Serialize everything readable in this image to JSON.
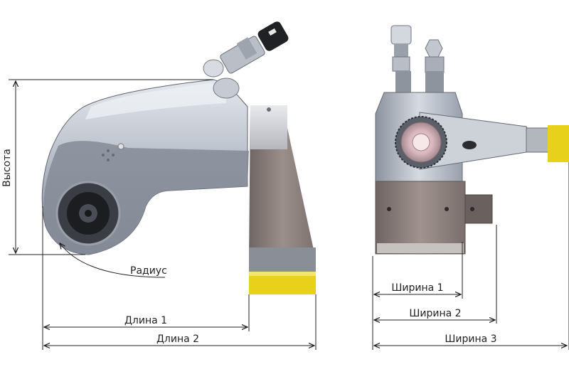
{
  "labels": {
    "height": "Высота",
    "radius": "Радиус",
    "length1": "Длина 1",
    "length2": "Длина 2",
    "width1": "Ширина 1",
    "width2": "Ширина 2",
    "width3": "Ширина 3"
  },
  "colors": {
    "body_metal": "#b9bfc9",
    "arm_metal": "#8a7d7a",
    "reaction_pad": "#e8d11a",
    "dimension_line": "#222222"
  },
  "icons": {
    "side_view": "hydraulic-torque-wrench-side-view",
    "front_view": "hydraulic-torque-wrench-front-view"
  }
}
